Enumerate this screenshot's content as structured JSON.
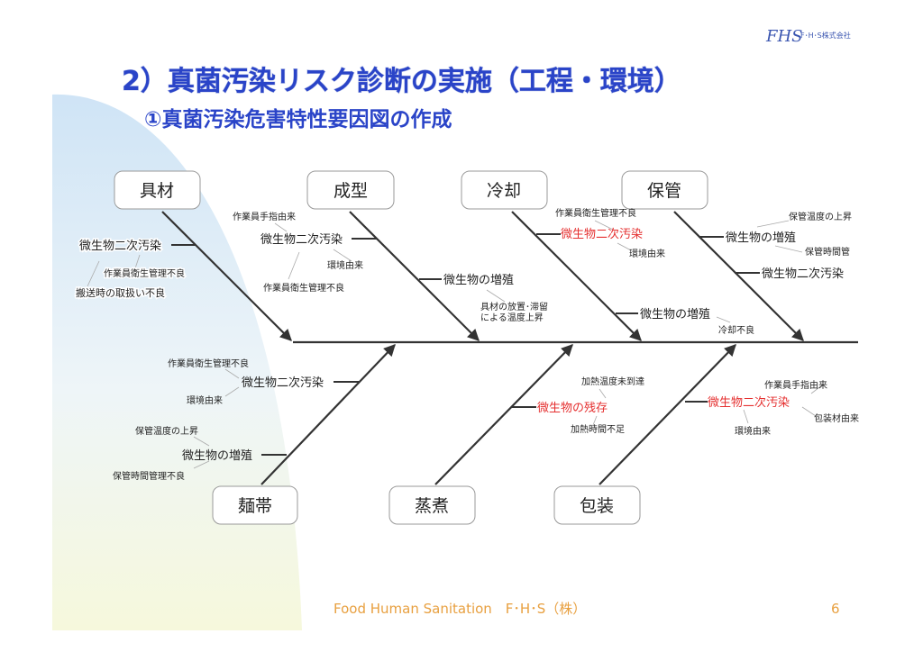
{
  "logo": {
    "mark": "FHS",
    "text": "F･H･S株式会社"
  },
  "title": "2）真菌汚染リスク診断の実施（工程・環境）",
  "subtitle": "①真菌汚染危害特性要因図の作成",
  "categories": {
    "top": [
      "具材",
      "成型",
      "冷却",
      "保管"
    ],
    "bottom": [
      "麺帯",
      "蒸煮",
      "包装"
    ]
  },
  "causes": {
    "guzai": {
      "main": "微生物二次汚染",
      "s1": "作業員衛生管理不良",
      "s2": "搬送時の取扱い不良"
    },
    "seikei1": {
      "main": "微生物二次汚染",
      "s1": "作業員手指由来",
      "s2": "環境由来",
      "s3": "作業員衛生管理不良"
    },
    "seikei2": {
      "main": "微生物の増殖",
      "s1": "具材の放置･滞留",
      "s2": "による温度上昇"
    },
    "reikyaku1": {
      "main": "微生物二次汚染",
      "s1": "作業員衛生管理不良",
      "s2": "環境由来"
    },
    "reikyaku2": {
      "main": "微生物の増殖",
      "s1": "冷却不良"
    },
    "hokan1": {
      "main": "微生物の増殖",
      "s1": "保管温度の上昇",
      "s2": "保管時間管"
    },
    "hokan2": {
      "main": "微生物二次汚染"
    },
    "mentai1": {
      "main": "微生物二次汚染",
      "s1": "作業員衛生管理不良",
      "s2": "環境由来"
    },
    "mentai2": {
      "main": "微生物の増殖",
      "s1": "保管温度の上昇",
      "s2": "保管時間管理不良"
    },
    "joushya": {
      "main": "微生物の残存",
      "s1": "加熱温度未到達",
      "s2": "加熱時間不足"
    },
    "housou": {
      "main": "微生物二次汚染",
      "s1": "作業員手指由来",
      "s2": "包装材由来",
      "s3": "環境由来"
    }
  },
  "footer": {
    "text": "Food Human Sanitation　F･H･S（株）",
    "page": "6"
  },
  "colors": {
    "title": "#2a44c8",
    "highlight": "#e53030",
    "footer": "#e8a040"
  }
}
